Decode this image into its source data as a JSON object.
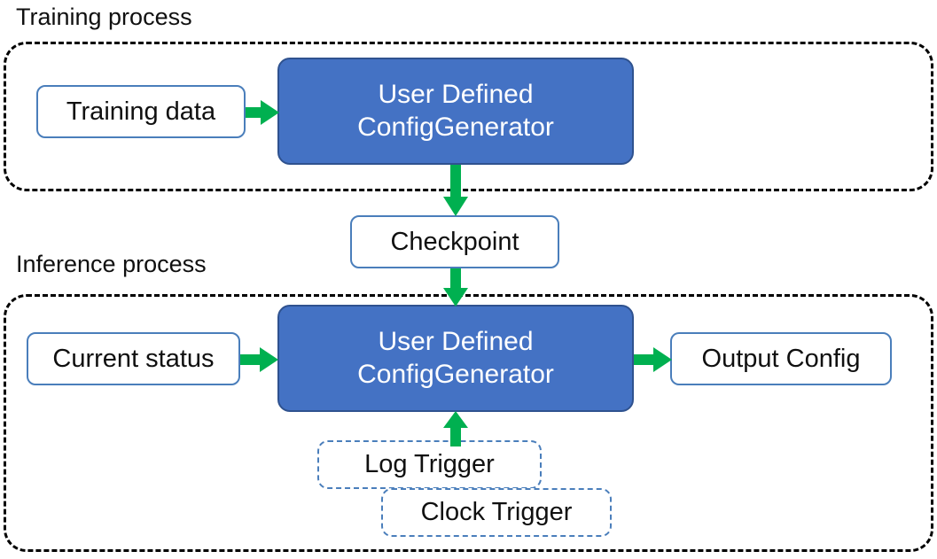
{
  "diagram": {
    "title_training": "Training process",
    "title_inference": "Inference process",
    "accent_colors": {
      "process_fill": "#4472C4",
      "process_border": "#2F528F",
      "node_border": "#4A7EBB",
      "arrow": "#00B050",
      "group_border": "#000000",
      "text_dark": "#101010",
      "text_light": "#FFFFFF",
      "background": "#FFFFFF"
    }
  },
  "training": {
    "group_label": "Training process",
    "input": {
      "label": "Training data"
    },
    "process": {
      "line1": "User Defined",
      "line2": "ConfigGenerator"
    }
  },
  "checkpoint": {
    "label": "Checkpoint"
  },
  "inference": {
    "group_label": "Inference process",
    "input": {
      "label": "Current status"
    },
    "process": {
      "line1": "User Defined",
      "line2": "ConfigGenerator"
    },
    "output": {
      "label": "Output Config"
    },
    "triggers": [
      {
        "label": "Log Trigger"
      },
      {
        "label": "Clock Trigger"
      }
    ]
  },
  "arrows": [
    {
      "name": "training-data-to-process",
      "from": "Training data",
      "to": "User Defined ConfigGenerator",
      "direction": "right"
    },
    {
      "name": "training-process-to-checkpoint",
      "from": "User Defined ConfigGenerator",
      "to": "Checkpoint",
      "direction": "down"
    },
    {
      "name": "checkpoint-to-inference-process",
      "from": "Checkpoint",
      "to": "User Defined ConfigGenerator",
      "direction": "down"
    },
    {
      "name": "current-status-to-process",
      "from": "Current status",
      "to": "User Defined ConfigGenerator",
      "direction": "right"
    },
    {
      "name": "process-to-output-config",
      "from": "User Defined ConfigGenerator",
      "to": "Output Config",
      "direction": "right"
    },
    {
      "name": "triggers-to-process",
      "from": "Log Trigger",
      "to": "User Defined ConfigGenerator",
      "direction": "up"
    }
  ]
}
